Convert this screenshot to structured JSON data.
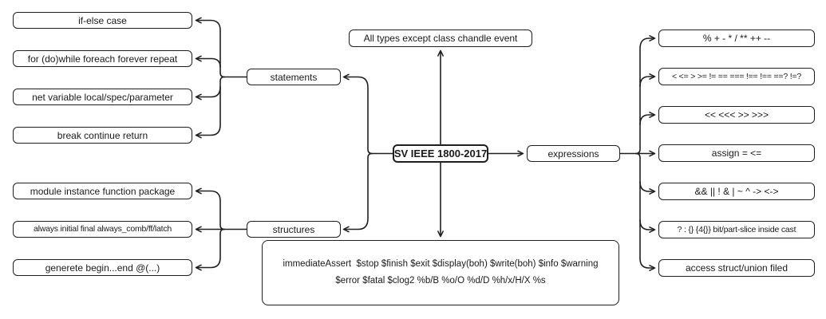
{
  "title": "SV IEEE 1800-2017 mind map",
  "colors": {
    "line": "#1f1f1f",
    "box_bg": "#ffffff",
    "text": "#1a1a1a"
  },
  "root": {
    "label": "SV IEEE 1800-2017"
  },
  "types_note": {
    "label": "All types except class chandle event"
  },
  "statements": {
    "label": "statements",
    "children": [
      "if-else case",
      "for (do)while foreach forever repeat",
      "net variable local/spec/parameter",
      "break continue return"
    ]
  },
  "structures": {
    "label": "structures",
    "children": [
      "module instance function package",
      "always initial final always_comb/ff/latch",
      "generete begin...end @(...)"
    ]
  },
  "expressions": {
    "label": "expressions",
    "children": [
      "% + - * / ** ++ --",
      "< <= > >= != == === !== !== ==? !=?",
      "<< <<< >> >>>",
      "assign = <=",
      "&& || ! & | ~ ^ -> <->",
      "? : {} {4{}} bit/part-slice inside cast",
      "access struct/union filed"
    ]
  },
  "system_tasks": {
    "line1": "immediateAssert  $stop $finish $exit $display(boh) $write(boh) $info $warning",
    "line2": "$error $fatal $clog2 %b/B %o/O %d/D %h/x/H/X %s"
  }
}
